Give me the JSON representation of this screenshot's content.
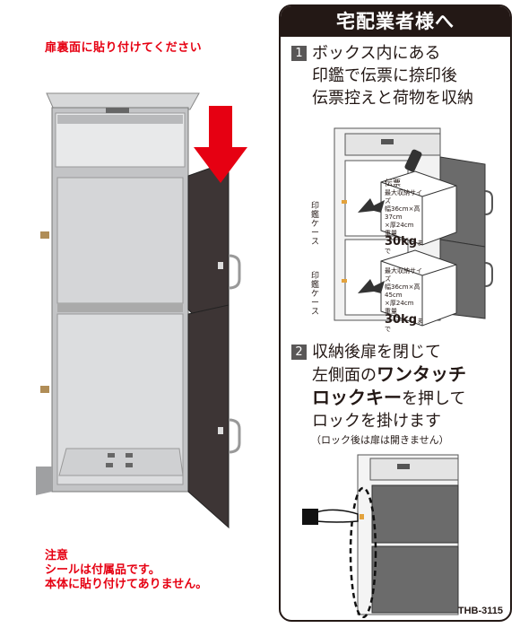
{
  "left": {
    "top_note": "扉裏面に貼り付けてください",
    "bottom_note_lines": [
      "注意",
      "シールは付属品です。",
      "本体に貼り付けてありません。"
    ]
  },
  "panel": {
    "header": "宅配業者様へ",
    "step1": {
      "num": "1",
      "lines": [
        "ボックス内にある",
        "印鑑で伝票に捺印後",
        "伝票控えと荷物を収納"
      ]
    },
    "diagram1": {
      "case_label_1": "印鑑ケース",
      "case_label_2": "印鑑ケース",
      "slip_label": "伝票",
      "box1": {
        "title": "最大収納サイズ",
        "size1": "幅36cm×高37cm",
        "size2": "×厚24cm",
        "weight_label": "重量",
        "weight": "30kg",
        "weight_suffix": "まで"
      },
      "box2": {
        "title": "最大収納サイズ",
        "size1": "幅36cm×高45cm",
        "size2": "×厚24cm",
        "weight_label": "重量",
        "weight": "30kg",
        "weight_suffix": "まで"
      }
    },
    "step2": {
      "num": "2",
      "line1": "収納後扉を閉じて",
      "line2_a": "左側面の",
      "line2_b": "ワンタッチ",
      "line3_a": "ロックキー",
      "line3_b": "を押して",
      "line4": "ロックを掛けます",
      "note": "（ロック後は扉は開きません）"
    },
    "model": "THB-3115"
  },
  "colors": {
    "red": "#e60012",
    "door": "#3d3535",
    "panel_dark": "#231815",
    "steel": "#c8c9ca"
  }
}
